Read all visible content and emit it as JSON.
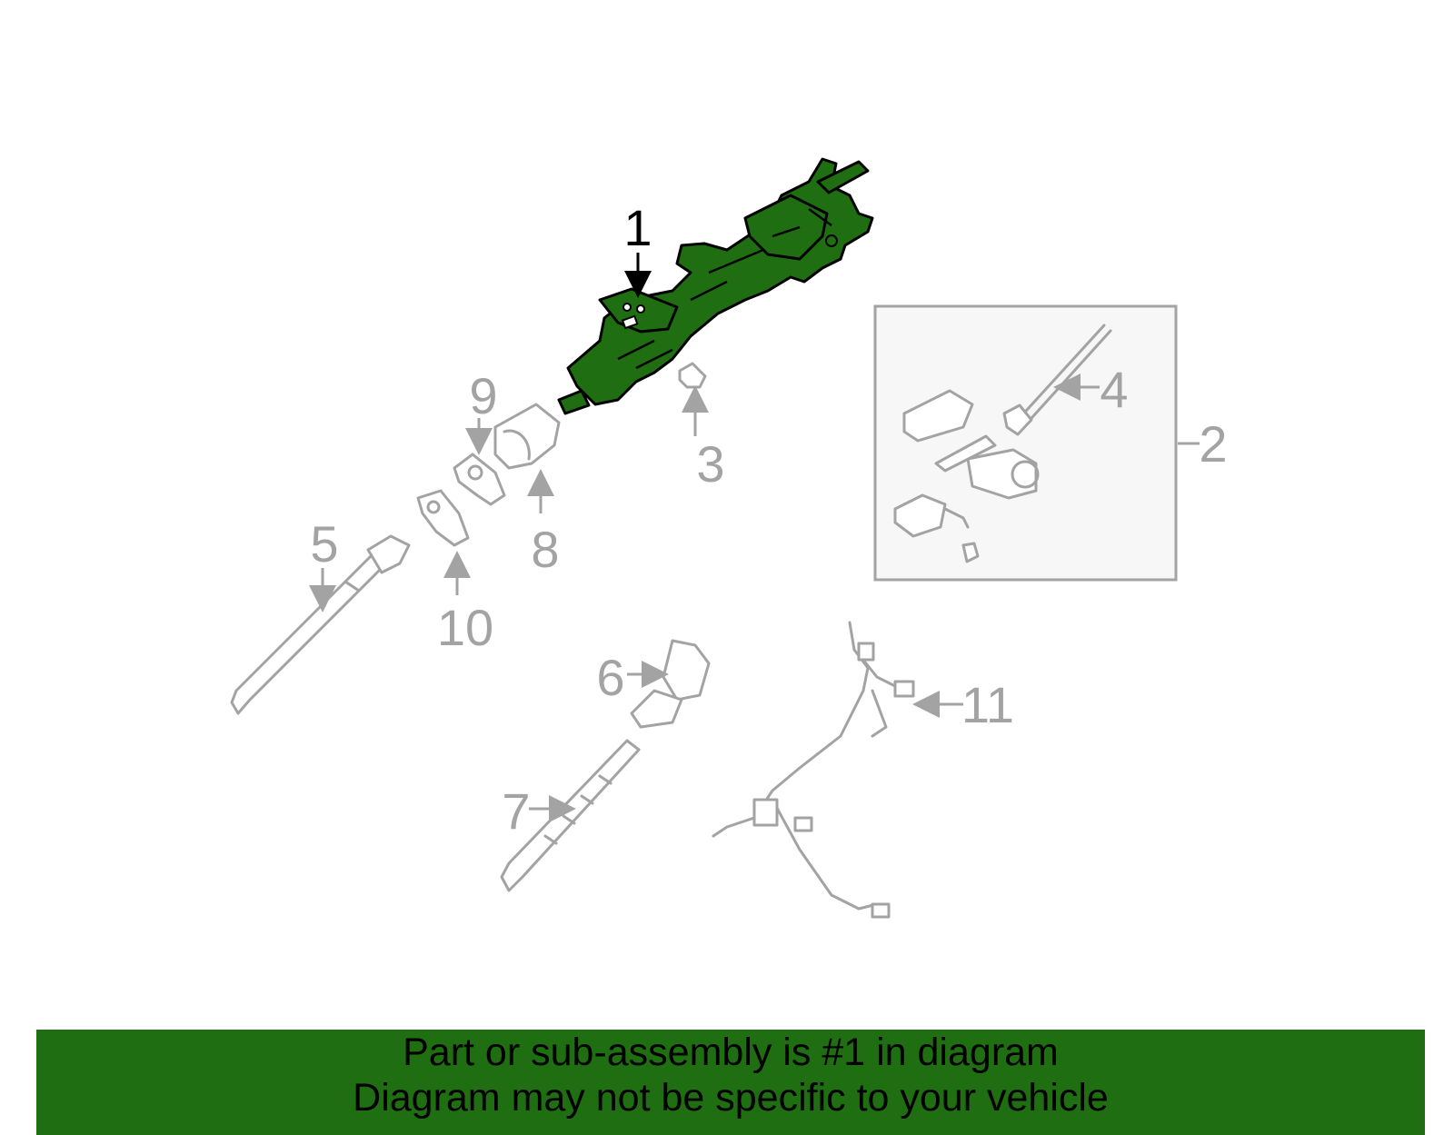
{
  "colors": {
    "highlight": "#1f6e12",
    "outline": "#a3a3a3",
    "banner_bg": "#1f6e12",
    "box_bg": "#f7f7f7"
  },
  "callouts": {
    "c1": "1",
    "c2": "2",
    "c3": "3",
    "c4": "4",
    "c5": "5",
    "c6": "6",
    "c7": "7",
    "c8": "8",
    "c9": "9",
    "c10": "10",
    "c11": "11"
  },
  "banner": {
    "line1": "Part or sub-assembly is #1 in diagram",
    "line2": "Diagram may not be specific to your vehicle"
  }
}
